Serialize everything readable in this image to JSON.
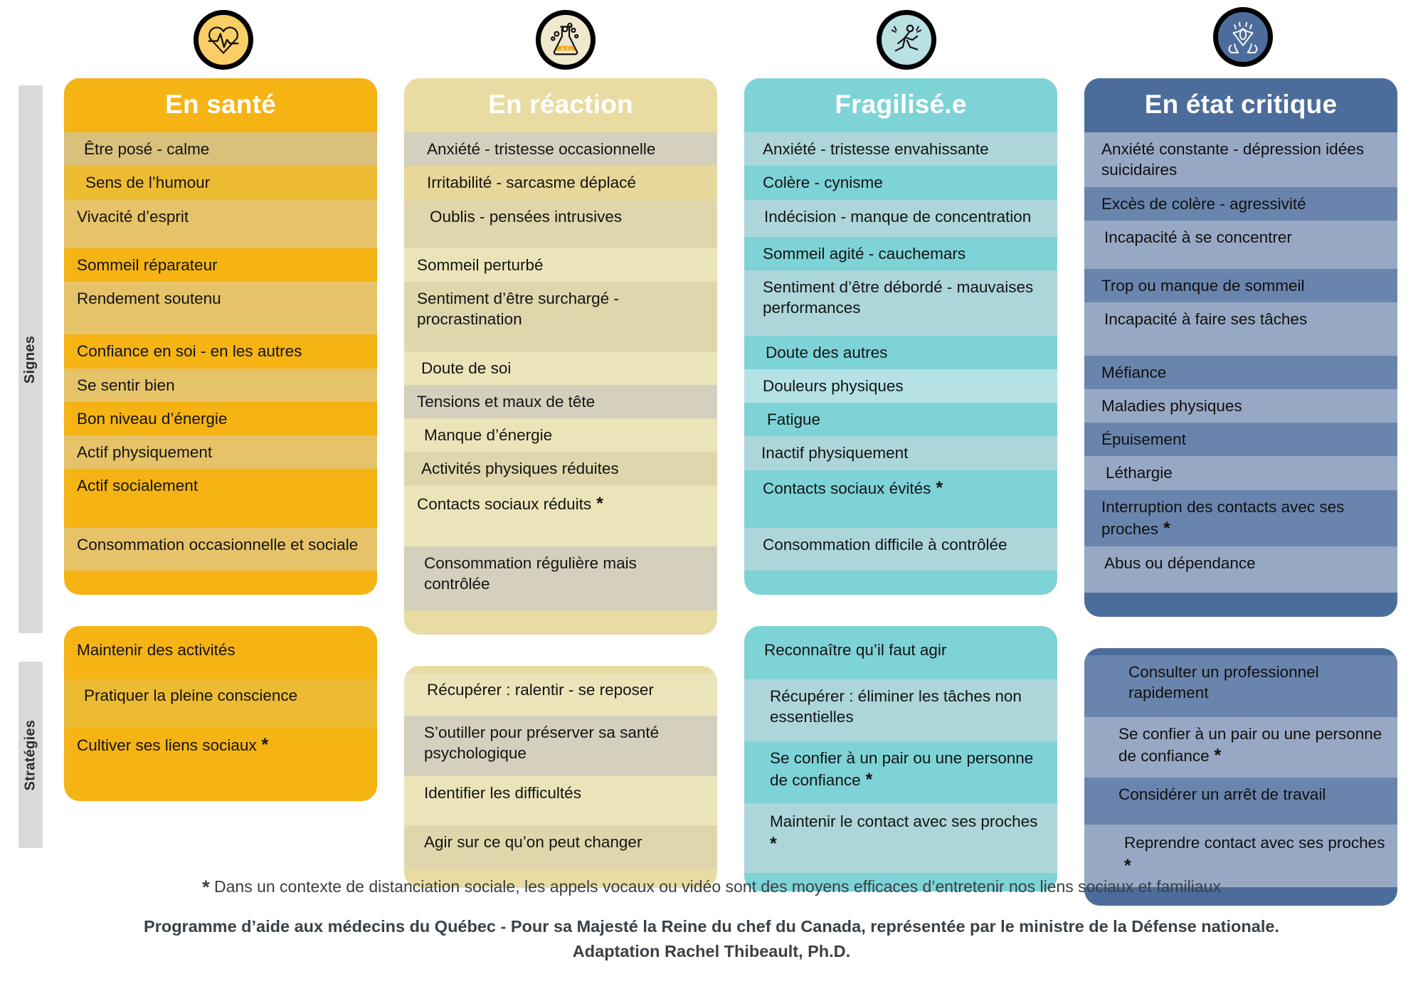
{
  "sidebar": {
    "tabs": [
      {
        "id": "signes",
        "label": "Signes"
      },
      {
        "id": "strategies",
        "label": "Stratégies"
      }
    ]
  },
  "columns": [
    {
      "key": "en-sante",
      "title": "En santé",
      "icon": "heart-pulse-icon",
      "accent": "#f5b314",
      "badge_bg": "#f9ce64",
      "signs": [
        {
          "text": "Être posé - calme",
          "shade": "A",
          "indent": 10
        },
        {
          "text": "Sens de l’humour",
          "shade": "B",
          "indent": 12
        },
        {
          "text": "Vivacité d’esprit",
          "shade": "D",
          "indent": 0,
          "pad_bottom": 30
        },
        {
          "text": "Sommeil réparateur",
          "shade": "C",
          "indent": 0
        },
        {
          "text": "Rendement soutenu",
          "shade": "D",
          "indent": 0,
          "pad_bottom": 36
        },
        {
          "text": "Confiance en soi - en les autres",
          "shade": "C",
          "indent": 0
        },
        {
          "text": "Se sentir bien",
          "shade": "D",
          "indent": 0
        },
        {
          "text": "Bon niveau d’énergie",
          "shade": "C",
          "indent": 0
        },
        {
          "text": "Actif physiquement",
          "shade": "D",
          "indent": 0
        },
        {
          "text": "Actif socialement",
          "shade": "C",
          "indent": 0,
          "pad_bottom": 44
        },
        {
          "text": "Consommation occasionnelle et sociale",
          "shade": "D",
          "indent": 0,
          "pad_bottom": 22
        }
      ],
      "strategies": [
        {
          "text": "Maintenir des activités",
          "shade": "C",
          "indent": 0,
          "pad_bottom": 26
        },
        {
          "text": "Pratiquer la pleine conscience",
          "shade": "B",
          "indent": 10,
          "pad_bottom": 30
        },
        {
          "text": "Cultiver ses liens sociaux",
          "shade": "C",
          "indent": 0,
          "asterisk": true,
          "pad_bottom": 36
        }
      ]
    },
    {
      "key": "en-reaction",
      "title": "En réaction",
      "icon": "bubbling-flask-icon",
      "accent": "#e8dca2",
      "badge_bg": "#f0e8cd",
      "signs": [
        {
          "text": "Anxiété - tristesse occasionnelle",
          "shade": "A",
          "indent": 14
        },
        {
          "text": "Irritabilité - sarcasme déplacé",
          "shade": "B",
          "indent": 14
        },
        {
          "text": "Oublis - pensées intrusives",
          "shade": "D",
          "indent": 18,
          "pad_bottom": 30
        },
        {
          "text": "Sommeil perturbé",
          "shade": "C",
          "indent": 0
        },
        {
          "text": "Sentiment d’être surchargé - procrastination",
          "shade": "D",
          "indent": 0,
          "pad_bottom": 30
        },
        {
          "text": "Doute de soi",
          "shade": "C",
          "indent": 6
        },
        {
          "text": "Tensions et maux de tête",
          "shade": "A",
          "indent": 0
        },
        {
          "text": "Manque d’énergie",
          "shade": "C",
          "indent": 10
        },
        {
          "text": "Activités physiques réduites",
          "shade": "D",
          "indent": 6
        },
        {
          "text": "Contacts sociaux réduits",
          "shade": "C",
          "indent": 0,
          "asterisk": true,
          "pad_bottom": 44
        },
        {
          "text": "Consommation régulière mais contrôlée",
          "shade": "A",
          "indent": 10,
          "pad_bottom": 22
        }
      ],
      "strategies": [
        {
          "text": "Récupérer : ralentir - se reposer",
          "shade": "C",
          "indent": 14,
          "pad_bottom": 22
        },
        {
          "text": "S’outiller pour préserver sa santé psychologique",
          "shade": "A",
          "indent": 10,
          "pad_bottom": 18
        },
        {
          "text": "Identifier les difficultés",
          "shade": "C",
          "indent": 10,
          "pad_bottom": 30
        },
        {
          "text": "Agir sur ce qu’on peut changer",
          "shade": "D",
          "indent": 10,
          "pad_bottom": 24
        }
      ]
    },
    {
      "key": "fragilise",
      "title": "Fragilisé.e",
      "icon": "stumbling-person-icon",
      "accent": "#7ed3d7",
      "badge_bg": "#b9e0e2",
      "signs": [
        {
          "text": "Anxiété - tristesse envahissante",
          "shade": "A",
          "indent": 8
        },
        {
          "text": "Colère - cynisme",
          "shade": "B",
          "indent": 8
        },
        {
          "text": "Indécision - manque de concentration",
          "shade": "A",
          "indent": 10,
          "pad_bottom": 14
        },
        {
          "text": "Sommeil agité - cauchemars",
          "shade": "B",
          "indent": 8
        },
        {
          "text": "Sentiment d’être débordé - mauvaises performances",
          "shade": "A",
          "indent": 8,
          "pad_bottom": 24
        },
        {
          "text": "Doute des autres",
          "shade": "B",
          "indent": 12
        },
        {
          "text": "Douleurs physiques",
          "shade": "D",
          "indent": 8
        },
        {
          "text": "Fatigue",
          "shade": "B",
          "indent": 14
        },
        {
          "text": "Inactif physiquement",
          "shade": "A",
          "indent": 6
        },
        {
          "text": "Contacts sociaux évités",
          "shade": "B",
          "indent": 8,
          "asterisk": true,
          "pad_bottom": 40
        },
        {
          "text": "Consommation  difficile à contrôlée",
          "shade": "A",
          "indent": 8,
          "pad_bottom": 22
        }
      ],
      "strategies": [
        {
          "text": "Reconnaître qu’il faut agir",
          "shade": "B",
          "indent": 10,
          "pad_bottom": 26
        },
        {
          "text": "Récupérer : éliminer les tâches non essentielles",
          "shade": "A",
          "indent": 18,
          "pad_bottom": 20
        },
        {
          "text": "Se confier à un pair ou une personne de confiance",
          "shade": "B",
          "indent": 18,
          "asterisk": true,
          "pad_bottom": 16
        },
        {
          "text": "Maintenir le contact avec ses proches",
          "shade": "A",
          "indent": 18,
          "asterisk": true,
          "pad_bottom": 24
        }
      ]
    },
    {
      "key": "etat-critique",
      "title": "En état critique",
      "icon": "head-hands-icon",
      "accent": "#4c6c9c",
      "badge_bg": "#4c6c9c",
      "signs": [
        {
          "text": "Anxiété constante - dépression idées suicidaires",
          "shade": "A",
          "indent": 6
        },
        {
          "text": "Excès de colère - agressivité",
          "shade": "B",
          "indent": 6
        },
        {
          "text": "Incapacité à se concentrer",
          "shade": "A",
          "indent": 10,
          "pad_bottom": 30
        },
        {
          "text": "Trop ou manque de sommeil",
          "shade": "B",
          "indent": 6
        },
        {
          "text": "Incapacité à faire ses tâches",
          "shade": "A",
          "indent": 10,
          "pad_bottom": 36
        },
        {
          "text": "Méfiance",
          "shade": "B",
          "indent": 6
        },
        {
          "text": "Maladies physiques",
          "shade": "A",
          "indent": 6
        },
        {
          "text": "Épuisement",
          "shade": "B",
          "indent": 6
        },
        {
          "text": "Léthargie",
          "shade": "A",
          "indent": 12
        },
        {
          "text": "Interruption des contacts avec ses proches",
          "shade": "B",
          "indent": 6,
          "asterisk": true
        },
        {
          "text": "Abus ou dépendance",
          "shade": "A",
          "indent": 10,
          "pad_bottom": 26
        }
      ],
      "strategies": [
        {
          "text": "Consulter un professionnel rapidement",
          "shade": "B",
          "indent": 44,
          "pad_bottom": 20
        },
        {
          "text": "Se confier à un pair ou une personne de confiance",
          "shade": "A",
          "indent": 30,
          "asterisk": true,
          "pad_bottom": 14
        },
        {
          "text": "Considérer un arrêt de travail",
          "shade": "B",
          "indent": 30,
          "pad_bottom": 28
        },
        {
          "text": "Reprendre contact avec ses proches",
          "shade": "A",
          "indent": 38,
          "asterisk": true,
          "pad_bottom": 14
        }
      ]
    }
  ],
  "footer": {
    "asterisk": "*",
    "note": "Dans un contexte de distanciation sociale, les appels vocaux ou vidéo sont des moyens efficaces d’entretenir nos liens sociaux et familiaux",
    "credit_line_1": "Programme d’aide aux médecins du Québec - Pour sa Majesté la Reine du chef du Canada, représentée par le ministre de la Défense nationale.",
    "credit_line_2": "Adaptation Rachel Thibeault, Ph.D."
  }
}
